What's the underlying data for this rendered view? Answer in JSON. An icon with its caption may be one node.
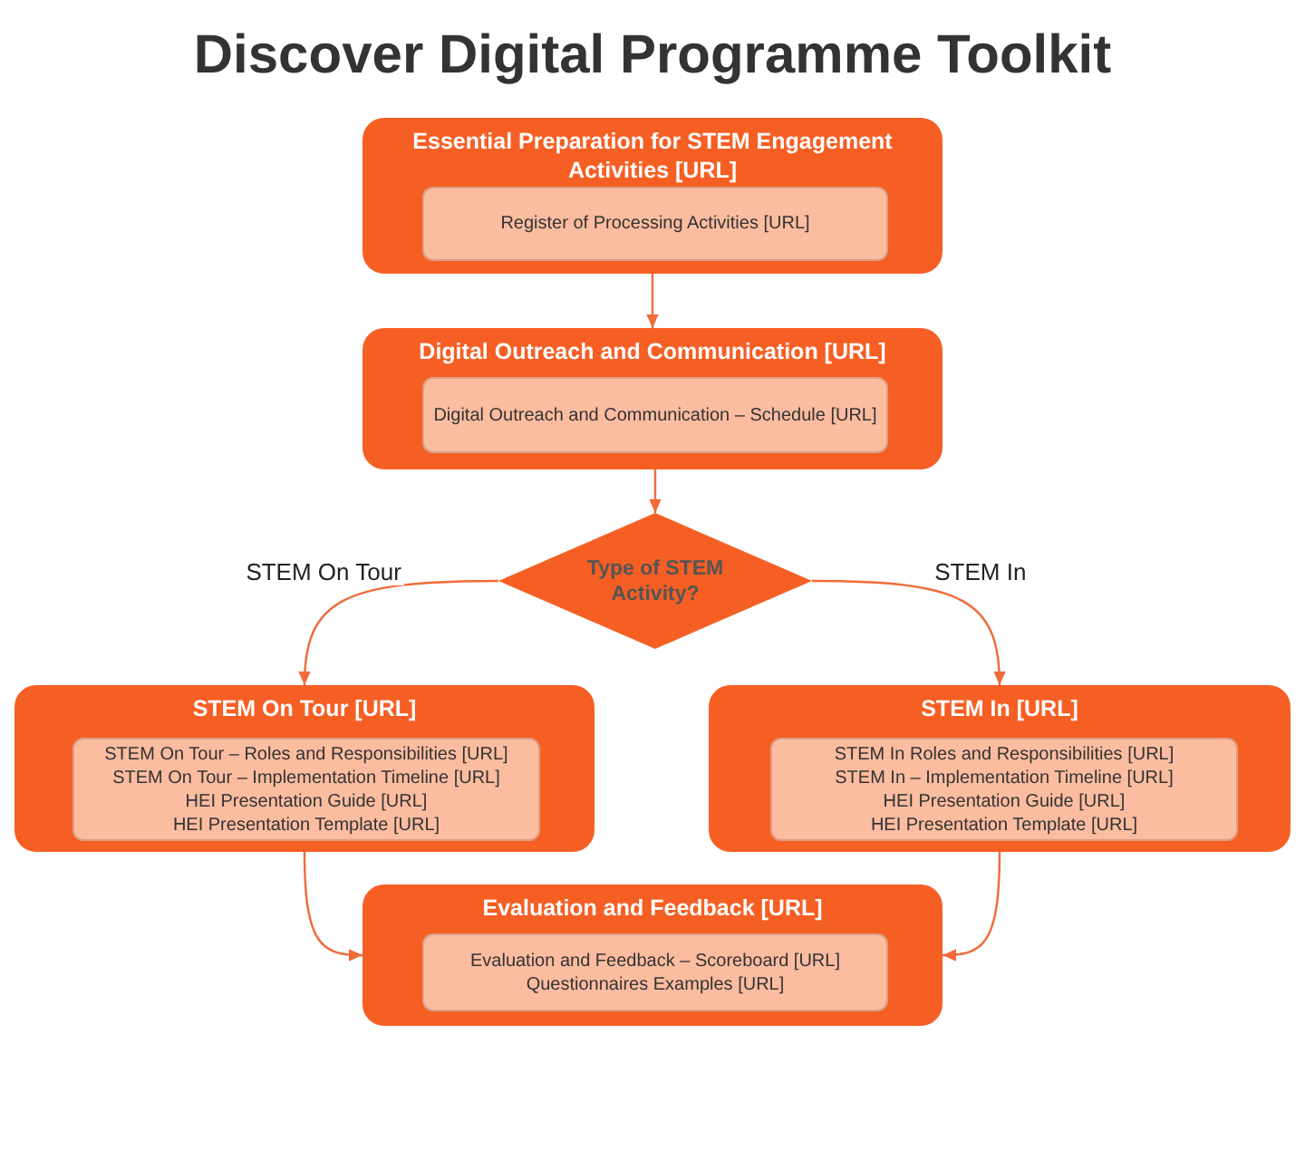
{
  "diagram": {
    "title": "Discover Digital Programme Toolkit",
    "nodes": [
      {
        "text": [
          "Essential Preparation for STEM Engagement Activities [URL]"
        ]
      },
      {
        "text": [
          "Register of Processing Activities [URL]"
        ],
        "in": 0
      },
      {
        "text": [
          "Digital Outreach and Communication [URL]"
        ]
      },
      {
        "text": [
          "Digital Outreach and Communication – Schedule [URL]"
        ],
        "in": 2
      },
      {
        "text": [
          "Type of STEM Activity?"
        ]
      },
      {
        "text": [
          "STEM On Tour [URL]"
        ]
      },
      {
        "text": [
          "STEM On Tour – Roles and Responsibilities [URL]",
          "STEM On Tour – Implementation Timeline [URL]",
          "HEI Presentation Guide [URL]",
          "HEI Presentation Template [URL]"
        ],
        "in": 5
      },
      {
        "text": [
          "STEM In [URL]"
        ]
      },
      {
        "text": [
          "STEM In Roles and Responsibilities [URL]",
          "STEM In – Implementation Timeline [URL]",
          "HEI Presentation Guide [URL]",
          "HEI Presentation Template [URL]"
        ],
        "in": 7
      },
      {
        "text": [
          "Evaluation and Feedback [URL]"
        ]
      },
      {
        "text": [
          "Evaluation and Feedback – Scoreboard [URL]",
          "Questionnaires Examples [URL]"
        ],
        "in": 9
      }
    ],
    "edges": [
      {
        "from": 0,
        "to": 2,
        "arrow": "to"
      },
      {
        "from": 2,
        "to": 4,
        "arrow": "to"
      },
      {
        "from": 4,
        "to": 5,
        "arrow": "to",
        "label": "STEM On Tour"
      },
      {
        "from": 4,
        "to": 7,
        "arrow": "to",
        "label": "STEM In"
      },
      {
        "from": 5,
        "to": 9,
        "arrow": "to"
      },
      {
        "from": 7,
        "to": 9,
        "arrow": "to"
      }
    ]
  }
}
